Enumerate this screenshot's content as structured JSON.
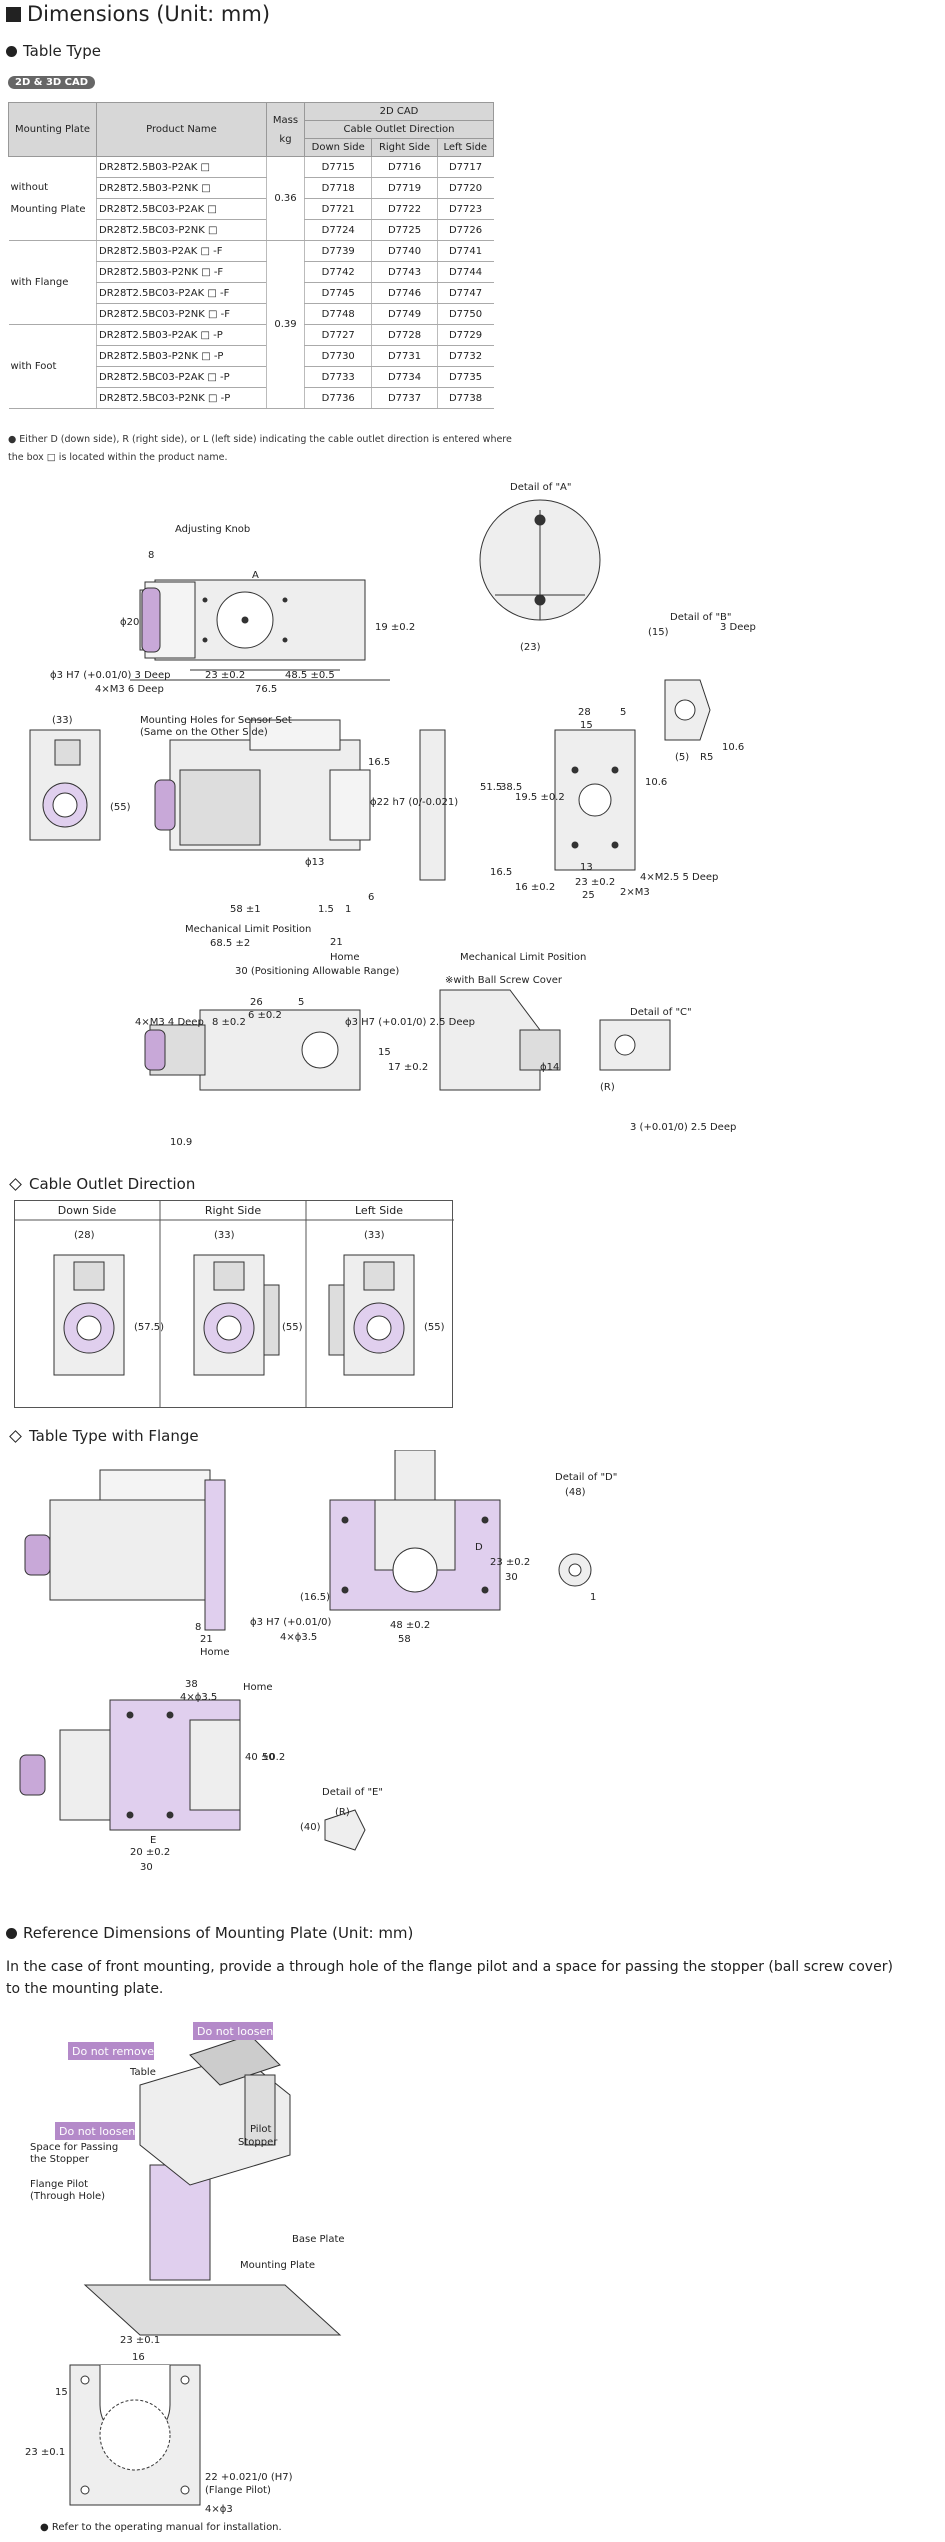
{
  "title": "Dimensions (Unit: mm)",
  "table_type": {
    "heading": "Table Type",
    "badge": "2D & 3D CAD",
    "headers": {
      "mounting_plate": "Mounting Plate",
      "product_name": "Product Name",
      "mass": "Mass",
      "mass_unit": "kg",
      "cad": "2D CAD",
      "direction": "Cable Outlet Direction",
      "down": "Down Side",
      "right": "Right Side",
      "left": "Left Side"
    },
    "groups": [
      {
        "plate_line1": "without",
        "plate_line2": "Mounting Plate",
        "mass": "0.36"
      },
      {
        "plate_line1": "with Flange",
        "plate_line2": "",
        "mass": "0.39"
      },
      {
        "plate_line1": "with Foot",
        "plate_line2": "",
        "mass": ""
      }
    ],
    "rows": [
      {
        "name": "DR28T2.5B03-P2AK □",
        "down": "D7715",
        "right": "D7716",
        "left": "D7717"
      },
      {
        "name": "DR28T2.5B03-P2NK □",
        "down": "D7718",
        "right": "D7719",
        "left": "D7720"
      },
      {
        "name": "DR28T2.5BC03-P2AK □",
        "down": "D7721",
        "right": "D7722",
        "left": "D7723"
      },
      {
        "name": "DR28T2.5BC03-P2NK □",
        "down": "D7724",
        "right": "D7725",
        "left": "D7726"
      },
      {
        "name": "DR28T2.5B03-P2AK □ -F",
        "down": "D7739",
        "right": "D7740",
        "left": "D7741"
      },
      {
        "name": "DR28T2.5B03-P2NK □ -F",
        "down": "D7742",
        "right": "D7743",
        "left": "D7744"
      },
      {
        "name": "DR28T2.5BC03-P2AK □ -F",
        "down": "D7745",
        "right": "D7746",
        "left": "D7747"
      },
      {
        "name": "DR28T2.5BC03-P2NK □ -F",
        "down": "D7748",
        "right": "D7749",
        "left": "D7750"
      },
      {
        "name": "DR28T2.5B03-P2AK □ -P",
        "down": "D7727",
        "right": "D7728",
        "left": "D7729"
      },
      {
        "name": "DR28T2.5B03-P2NK □ -P",
        "down": "D7730",
        "right": "D7731",
        "left": "D7732"
      },
      {
        "name": "DR28T2.5BC03-P2AK □ -P",
        "down": "D7733",
        "right": "D7734",
        "left": "D7735"
      },
      {
        "name": "DR28T2.5BC03-P2NK □ -P",
        "down": "D7736",
        "right": "D7737",
        "left": "D7738"
      }
    ],
    "note_line1": "● Either D (down side), R (right side), or L (left side) indicating the cable outlet direction is entered where",
    "note_line2": "the box □ is located within the product name."
  },
  "drawing1": {
    "detail_a": "Detail of \"A\"",
    "detail_b": "Detail of \"B\"",
    "detail_c": "Detail of \"C\"",
    "adjusting_knob": "Adjusting Knob",
    "sensor_holes_1": "Mounting Holes for Sensor Set",
    "sensor_holes_2": "(Same on the Other Side)",
    "mech_limit": "Mechanical Limit Position",
    "home": "Home",
    "positioning_range": "30 (Positioning Allowable Range)",
    "ball_screw": "※with Ball Screw Cover",
    "labels": [
      "8",
      "A",
      "ϕ20",
      "19 ±0.2",
      "ϕ3 H7 (+0.01/0) 3 Deep",
      "4×M3 6 Deep",
      "23 ±0.2",
      "48.5 ±0.5",
      "76.5",
      "(33)",
      "(55)",
      "16.5",
      "ϕ22 h7 (0/-0.021)",
      "ϕ13",
      "58 ±1",
      "1.5",
      "1",
      "6",
      "21",
      "68.5 ±2",
      "28",
      "15",
      "5",
      "51.5",
      "38.5",
      "19.5 ±0.2",
      "10.6",
      "23 ±0.2",
      "16 ±0.2",
      "16.5",
      "13",
      "25",
      "2×M3",
      "4×M2.5 5 Deep",
      "(15)",
      "3 Deep",
      "(23)",
      "(5)",
      "R5",
      "10.6",
      "4×M3 4 Deep",
      "26",
      "6 ±0.2",
      "8 ±0.2",
      "5",
      "ϕ3 H7 (+0.01/0) 2.5 Deep",
      "15",
      "17 ±0.2",
      "10.9",
      "ϕ14",
      "3 (+0.01/0) 2.5 Deep",
      "(R)"
    ]
  },
  "cable_outlet": {
    "heading": "Cable Outlet Direction",
    "columns": [
      {
        "label": "Down Side",
        "width": "(28)",
        "height": "(57.5)"
      },
      {
        "label": "Right Side",
        "width": "(33)",
        "height": "(55)"
      },
      {
        "label": "Left Side",
        "width": "(33)",
        "height": "(55)"
      }
    ]
  },
  "flange": {
    "heading": "Table Type with Flange",
    "detail_d": "Detail of \"D\"",
    "detail_e": "Detail of \"E\"",
    "home": "Home",
    "labels": [
      "8",
      "21",
      "ϕ3 H7 (+0.01/0)",
      "(16.5)",
      "4×ϕ3.5",
      "48 ±0.2",
      "58",
      "D",
      "23 ±0.2",
      "30",
      "(48)",
      "1",
      "38",
      "4×ϕ3.5",
      "40 ±0.2",
      "50",
      "E",
      "20 ±0.2",
      "30",
      "(40)",
      "(R)"
    ]
  },
  "mounting_ref": {
    "heading": "Reference Dimensions of Mounting Plate (Unit: mm)",
    "paragraph": "In the case of front mounting, provide a through hole of the flange pilot and a space for passing the stopper (ball screw cover) to the mounting plate.",
    "tags": {
      "do_not_remove": "Do not remove",
      "do_not_loosen_1": "Do not loosen",
      "do_not_loosen_2": "Do not loosen"
    },
    "callouts": {
      "table": "Table",
      "pilot": "Pilot",
      "stopper": "Stopper",
      "space1": "Space for Passing",
      "space2": "the Stopper",
      "flange1": "Flange Pilot",
      "flange2": "(Through Hole)",
      "base": "Base Plate",
      "mplate": "Mounting Plate"
    },
    "dims": {
      "d23": "23 ±0.1",
      "d16": "16",
      "d15": "15",
      "d23v": "23 ±0.1",
      "d22": "22 +0.021/0 (H7)",
      "pilot": "(Flange Pilot)",
      "holes": "4×ϕ3"
    },
    "footnote": "● Refer to the operating manual for installation."
  }
}
